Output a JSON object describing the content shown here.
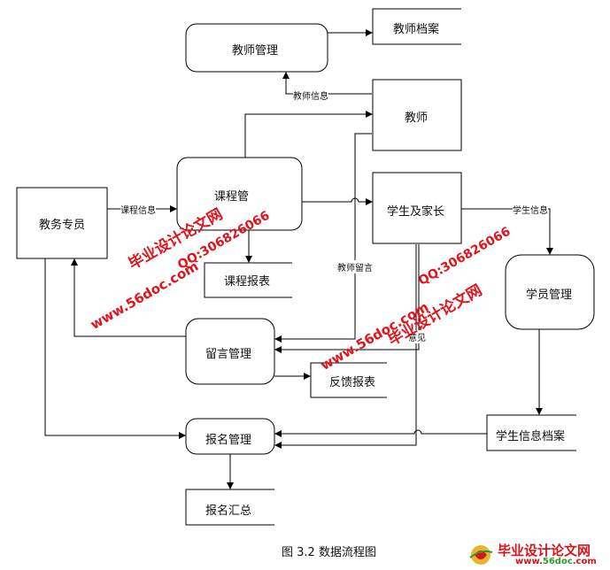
{
  "nodes": {
    "teacher_mgmt": "教师管理",
    "teacher_archive": "教师档案",
    "teacher": "教师",
    "course_mgmt": "课程管",
    "student_parent": "学生及家长",
    "academic_staff": "教务专员",
    "course_report": "课程报表",
    "student_mgmt": "学员管理",
    "message_mgmt": "留言管理",
    "feedback_report": "反馈报表",
    "signup_mgmt": "报名管理",
    "student_info_archive": "学生信息档案",
    "signup_summary": "报名汇总"
  },
  "flows": {
    "teacher_info": "教师信息",
    "course_info": "课程信息",
    "student_info": "学生信息",
    "teacher_message": "教师留言",
    "opinion": "意见"
  },
  "caption": "图 3.2 数据流程图",
  "watermarks": {
    "site_cn": "毕业设计论文网",
    "url": "www.56doc.com",
    "qq": "QQ:306826066"
  },
  "logo": {
    "title": "毕业设计论文网",
    "url_prefix": "www.",
    "url_brand": "56doc",
    "url_suffix": ".com"
  },
  "colors": {
    "line": "#000000",
    "watermark": "#e0141c",
    "logo_red": "#d7141a",
    "logo_green": "#2d9a2d"
  }
}
